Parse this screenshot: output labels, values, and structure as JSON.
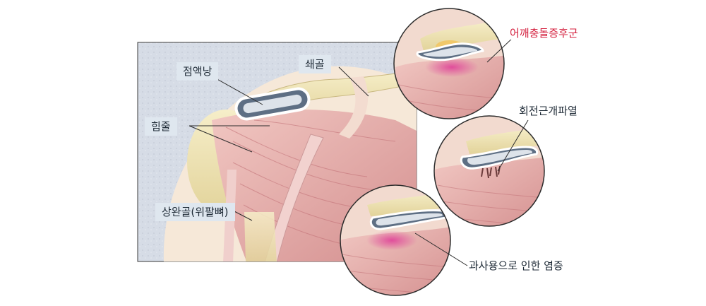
{
  "labels": {
    "bursa": "점액낭",
    "clavicle": "쇄골",
    "tendon": "힘줄",
    "humerus": "상완골(위팔뼈)",
    "impingement": "어깨충돌증후군",
    "rotator_tear": "회전근개파열",
    "overuse": "과사용으로 인한 염증"
  },
  "colors": {
    "impingement": "#d4213f",
    "text": "#1e2a36",
    "label_bg": "#dfe7ef"
  }
}
